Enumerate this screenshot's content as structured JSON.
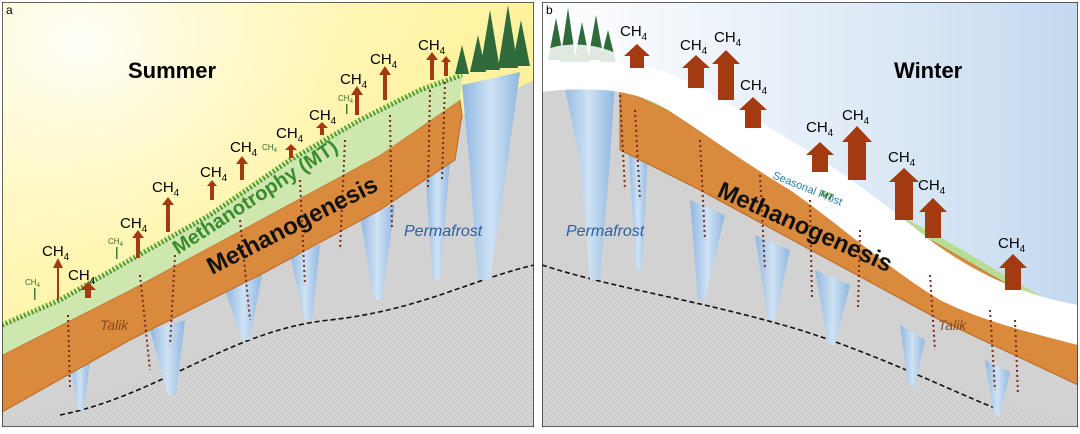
{
  "panel_a": {
    "letter": "a",
    "title": "Summer",
    "methanotrophy_label": "Methanotrophy (MT)",
    "methanogenesis_label": "Methanogenesis",
    "permafrost_label": "Permafrost",
    "talik_label": "Talik",
    "ch4_label": "CH",
    "ch4_subscript": "4"
  },
  "panel_b": {
    "letter": "b",
    "title": "Winter",
    "methanogenesis_label": "Methanogenesis",
    "permafrost_label": "Permafrost",
    "talik_label": "Talik",
    "seasonal_frost_label": "Seasonal Frost",
    "mt_label": "MT",
    "ch4_label": "CH",
    "ch4_subscript": "4"
  },
  "colors": {
    "summer_sky_top": "#fff6a8",
    "winter_sky": "#cfe0f2",
    "talik_orange": "#d98a3d",
    "permafrost_gray": "#cfcfcf",
    "ice_blue": "#a9c9e8",
    "methanotrophy_green": "#c8e6a8",
    "arrow_brown": "#a33a12",
    "snow": "#ffffff"
  }
}
